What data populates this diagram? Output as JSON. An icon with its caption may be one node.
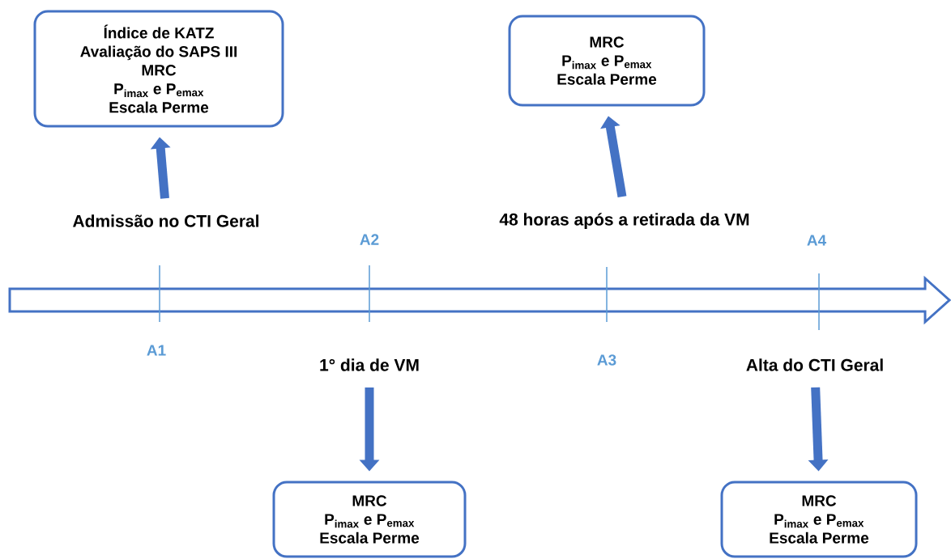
{
  "diagram": {
    "nodes": [
      {
        "text": [
          "Índice de KATZ",
          "Avaliação do SAPS III",
          "MRC",
          "P$_{imax}$ e P$_{emax}$",
          "Escala Perme"
        ]
      },
      {
        "text": [
          "MRC",
          "P$_{imax}$ e P$_{emax}$",
          "Escala Perme"
        ]
      },
      {
        "text": [
          "Admissão no CTI Geral"
        ]
      },
      {
        "text": [
          "48 horas após a retirada da VM"
        ]
      },
      {
        "text": [
          "1° dia de VM"
        ]
      },
      {
        "text": [
          "Alta do CTI Geral"
        ]
      },
      {
        "text": [
          "MRC",
          "P$_{imax}$ e P$_{emax}$",
          "Escala Perme"
        ]
      },
      {
        "text": [
          "MRC",
          "P$_{imax}$ e P$_{emax}$",
          "Escala Perme"
        ]
      }
    ],
    "edges": [
      {
        "from": 2,
        "to": 0,
        "arrow": "to"
      },
      {
        "from": 3,
        "to": 1,
        "arrow": "to"
      },
      {
        "from": 4,
        "to": 6,
        "arrow": "to"
      },
      {
        "from": 5,
        "to": 7,
        "arrow": "to"
      }
    ],
    "labels": [
      "A2",
      "A4",
      "A1",
      "A3"
    ]
  }
}
